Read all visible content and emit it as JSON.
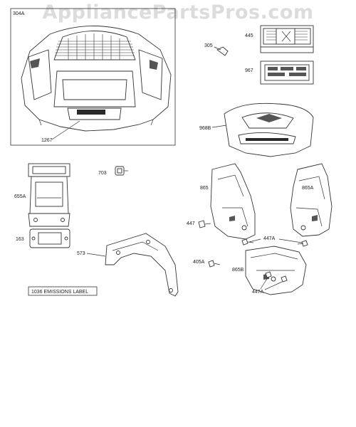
{
  "watermark": "AppliancePartsPros.com",
  "labels": {
    "p304A": "304A",
    "p1267": "1267",
    "p305": "305",
    "p445": "445",
    "p967": "967",
    "p968B": "968B",
    "p703": "703",
    "p655A": "655A",
    "p163": "163",
    "p573": "573",
    "p865": "865",
    "p865A": "865A",
    "p447": "447",
    "p447A_top": "447A",
    "p405A": "405A",
    "p865B": "865B",
    "p447A_bottom": "447A",
    "emissions": "1036 EMISSIONS LABEL"
  },
  "colors": {
    "line": "#333333",
    "watermark": "#dcdcdc"
  }
}
